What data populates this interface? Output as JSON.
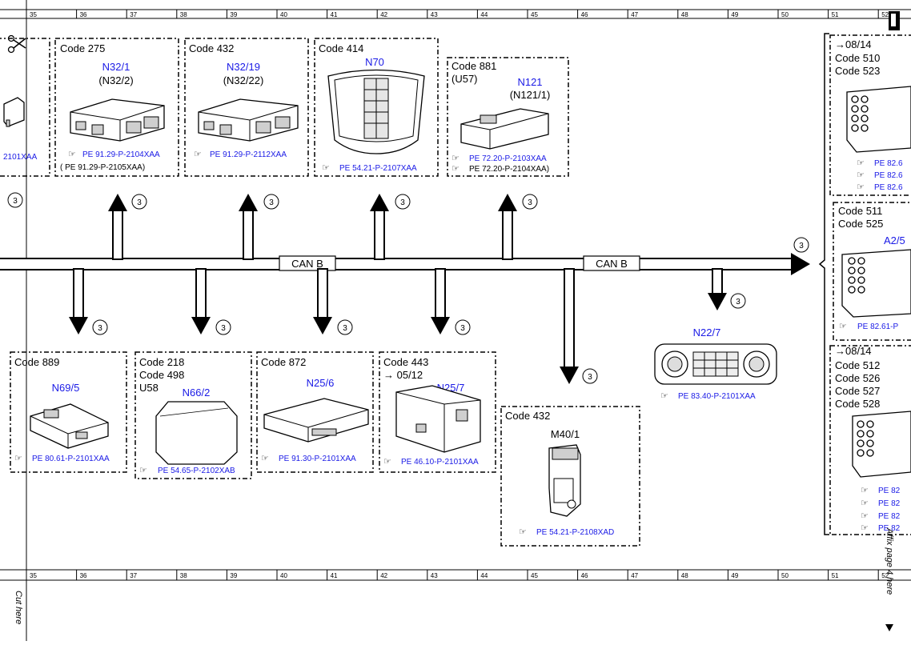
{
  "ruler": {
    "columns": [
      "35",
      "36",
      "37",
      "38",
      "39",
      "40",
      "41",
      "42",
      "43",
      "44",
      "45",
      "46",
      "47",
      "48",
      "49",
      "50",
      "51",
      "52"
    ]
  },
  "bus": {
    "label_1": "CAN B",
    "label_2": "CAN B"
  },
  "circle_num": "3",
  "modules_top": [
    {
      "code": "",
      "comp": "",
      "sub": "",
      "ref1": "2101XAA",
      "ref2": ""
    },
    {
      "code": "Code 275",
      "comp": "N32/1",
      "sub": "(N32/2)",
      "ref1": "PE 91.29-P-2104XAA",
      "ref2": "(   PE 91.29-P-2105XAA)"
    },
    {
      "code": "Code 432",
      "comp": "N32/19",
      "sub": "(N32/22)",
      "ref1": "PE 91.29-P-2112XAA",
      "ref2": ""
    },
    {
      "code": "Code 414",
      "comp": "N70",
      "sub": "",
      "ref1": "PE 54.21-P-2107XAA",
      "ref2": ""
    },
    {
      "code": "Code 881",
      "code2": "(U57)",
      "comp": "N121",
      "sub": "(N121/1)",
      "ref1": "PE 72.20-P-2103XAA",
      "ref2": "PE 72.20-P-2104XAA)"
    }
  ],
  "modules_bottom": [
    {
      "code": "Code 889",
      "comp": "N69/5",
      "ref1": "PE 80.61-P-2101XAA"
    },
    {
      "code": "Code 218",
      "code2": "Code 498",
      "code3": "U58",
      "comp": "N66/2",
      "ref1": "PE 54.65-P-2102XAB"
    },
    {
      "code": "Code 872",
      "comp": "N25/6",
      "ref1": "PE 91.30-P-2101XAA"
    },
    {
      "code": "Code 443",
      "code2": "→ 05/12",
      "comp": "N25/7",
      "ref1": "PE 46.10-P-2101XAA"
    },
    {
      "code": "Code 432",
      "comp": "M40/1",
      "ref1": "PE 54.21-P-2108XAD"
    },
    {
      "code": "",
      "comp": "N22/7",
      "ref1": "PE 83.40-P-2101XAA"
    }
  ],
  "right_group": {
    "box1": {
      "l1": "→08/14",
      "l2": "Code 510",
      "l3": "Code 523",
      "r1": "PE 82.6",
      "r2": "PE 82.6",
      "r3": "PE 82.6"
    },
    "box2": {
      "l1": "Code 511",
      "l2": "Code 525",
      "comp": "A2/5",
      "r1": "PE 82.61-P"
    },
    "box3": {
      "l1": "→08/14",
      "l2": "Code 512",
      "l3": "Code 526",
      "l4": "Code 527",
      "l5": "Code 528",
      "r1": "PE 82",
      "r2": "PE 82",
      "r3": "PE 82",
      "r4": "PE 82"
    }
  },
  "side_text": {
    "cut_here": "Cut here",
    "affix": "Affix page 4 here"
  }
}
